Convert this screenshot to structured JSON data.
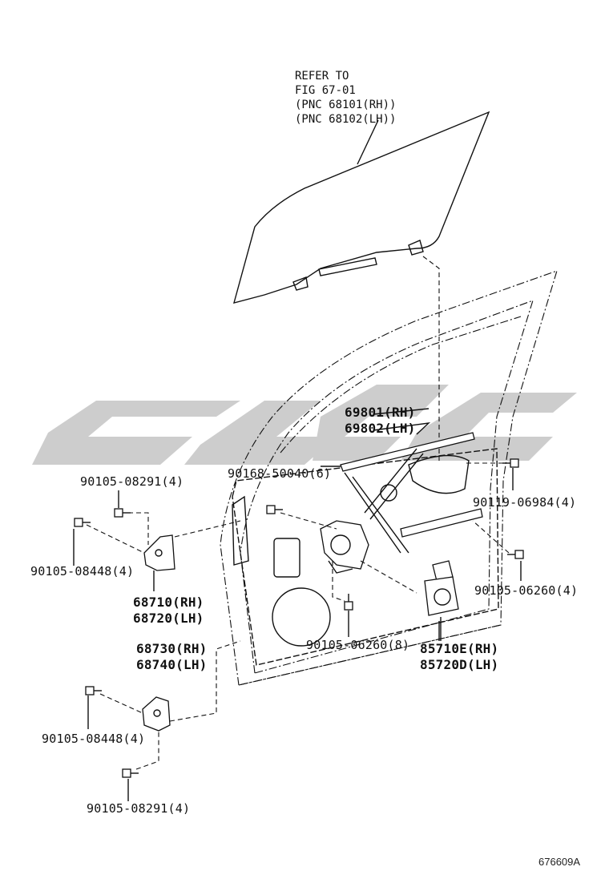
{
  "watermark": {
    "color": "#c8c8c8"
  },
  "refer_note": [
    "REFER TO",
    "FIG 67-01",
    "(PNC 68101(RH))",
    "(PNC 68102(LH))"
  ],
  "callouts": {
    "regulator": [
      "69801(RH)",
      "69802(LH)"
    ],
    "bolt_50040": "90168-50040(6)",
    "bolt_06984": "90119-06984(4)",
    "bolt_08291_top": "90105-08291(4)",
    "bolt_08448_top": "90105-08448(4)",
    "hinge_upper": [
      "68710(RH)",
      "68720(LH)"
    ],
    "bolt_06260_right": "90105-06260(4)",
    "bolt_06260_center": "90105-06260(8)",
    "motor": [
      "85710E(RH)",
      "85720D(LH)"
    ],
    "hinge_lower": [
      "68730(RH)",
      "68740(LH)"
    ],
    "bolt_08448_bottom": "90105-08448(4)",
    "bolt_08291_bottom": "90105-08291(4)"
  },
  "figure_id": "676609A"
}
